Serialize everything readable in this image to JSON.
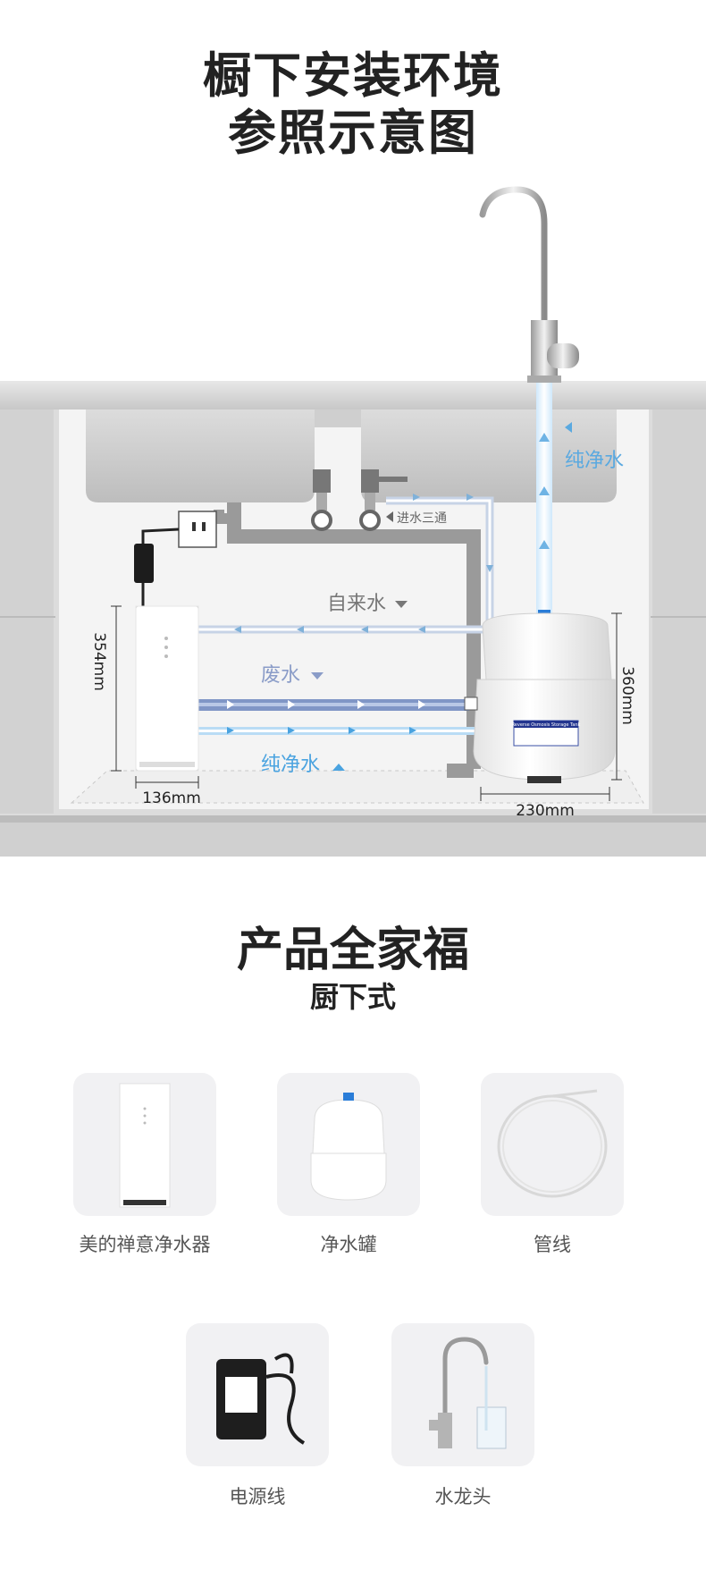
{
  "header": {
    "line1": "橱下安装环境",
    "line2": "参照示意图"
  },
  "diagram": {
    "pure_water_tap": "纯净水",
    "tee_label": "进水三通",
    "tap_water": "自来水",
    "waste_water": "废水",
    "pure_water_bottom": "纯净水",
    "dim_height_left": "354mm",
    "dim_width_left": "136mm",
    "dim_height_right": "360mm",
    "dim_width_right": "230mm",
    "tank_label": "Reverse Osmosis Storage Tank"
  },
  "family": {
    "title": "产品全家福",
    "subtitle": "厨下式",
    "items": [
      {
        "label": "美的禅意净水器",
        "icon": "purifier-icon"
      },
      {
        "label": "净水罐",
        "icon": "tank-icon"
      },
      {
        "label": "管线",
        "icon": "tubing-icon"
      },
      {
        "label": "电源线",
        "icon": "power-adapter-icon"
      },
      {
        "label": "水龙头",
        "icon": "faucet-icon"
      }
    ]
  },
  "colors": {
    "pure": "#4aa3e0",
    "waste": "#7f95c4",
    "tap": "#c9d6e8",
    "pipe_gray": "#8a8a8a"
  }
}
